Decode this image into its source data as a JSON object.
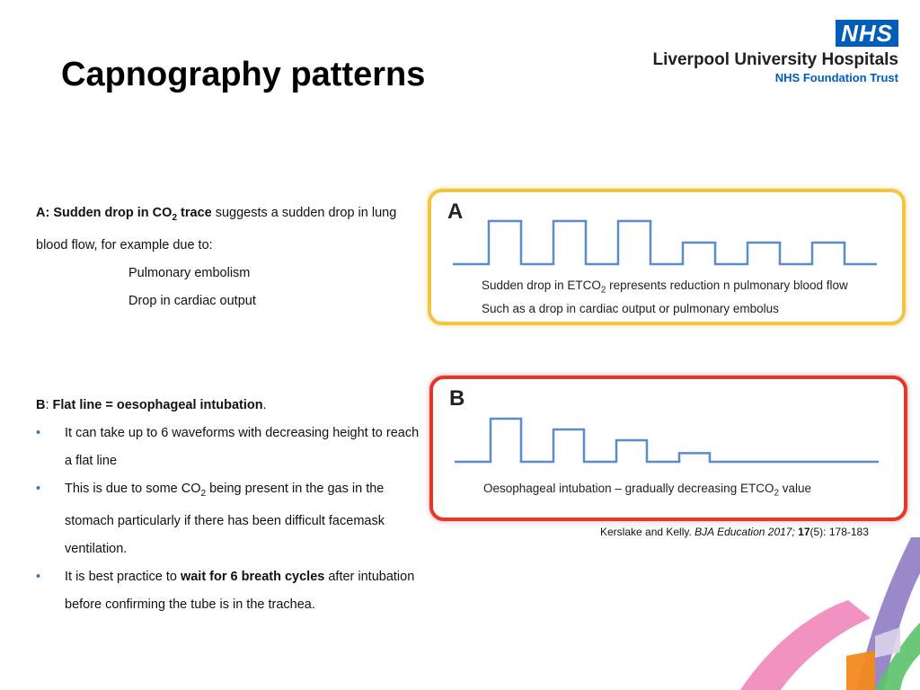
{
  "title": "Capnography patterns",
  "logo": {
    "nhs": "NHS",
    "organisation": "Liverpool University Hospitals",
    "trust": "NHS Foundation Trust"
  },
  "section_a": {
    "heading_pre": "A: Sudden drop in CO",
    "heading_sub": "2",
    "heading_post": " trace",
    "text": " suggests a sudden drop in lung blood flow, for example due to:",
    "causes": [
      "Pulmonary embolism",
      "Drop in cardiac output"
    ]
  },
  "section_b": {
    "label": "B",
    "sep": ": ",
    "heading": "Flat line = oesophageal intubation",
    "heading_end": ".",
    "bullet1": "It can take up to 6 waveforms with decreasing height to reach a  flat line",
    "bullet2_pre": "This is due to some  CO",
    "bullet2_sub": "2",
    "bullet2_post": "  being present in the gas in the stomach particularly if there has been difficult facemask ventilation.",
    "bullet3_pre": "It is best practice to ",
    "bullet3_bold": "wait for 6 breath cycles",
    "bullet3_post": " after intubation before confirming the tube is in the trachea."
  },
  "panel_a": {
    "letter": "A",
    "line1_pre": "Sudden drop in ETCO",
    "line1_sub": "2",
    "line1_post": " represents reduction n pulmonary blood flow",
    "line2": "Such as a drop in cardiac output or pulmonary embolus",
    "waveform_heights": [
      1,
      1,
      1,
      0.5,
      0.5,
      0.5
    ],
    "border_color": "#f4c542"
  },
  "panel_b": {
    "letter": "B",
    "caption_pre": "Oesophageal intubation – gradually decreasing ETCO",
    "caption_sub": "2",
    "caption_post": " value",
    "waveform_heights": [
      1,
      0.75,
      0.5,
      0.2
    ],
    "border_color": "#e0392b"
  },
  "citation": {
    "authors": "Kerslake and Kelly. ",
    "journal": "BJA Education 2017;",
    "volume": "17",
    "rest": "(5): 178-183"
  },
  "colors": {
    "nhs_blue": "#005eb8",
    "bullet_blue": "#3b73b9",
    "waveform": "#5b8ec9"
  }
}
